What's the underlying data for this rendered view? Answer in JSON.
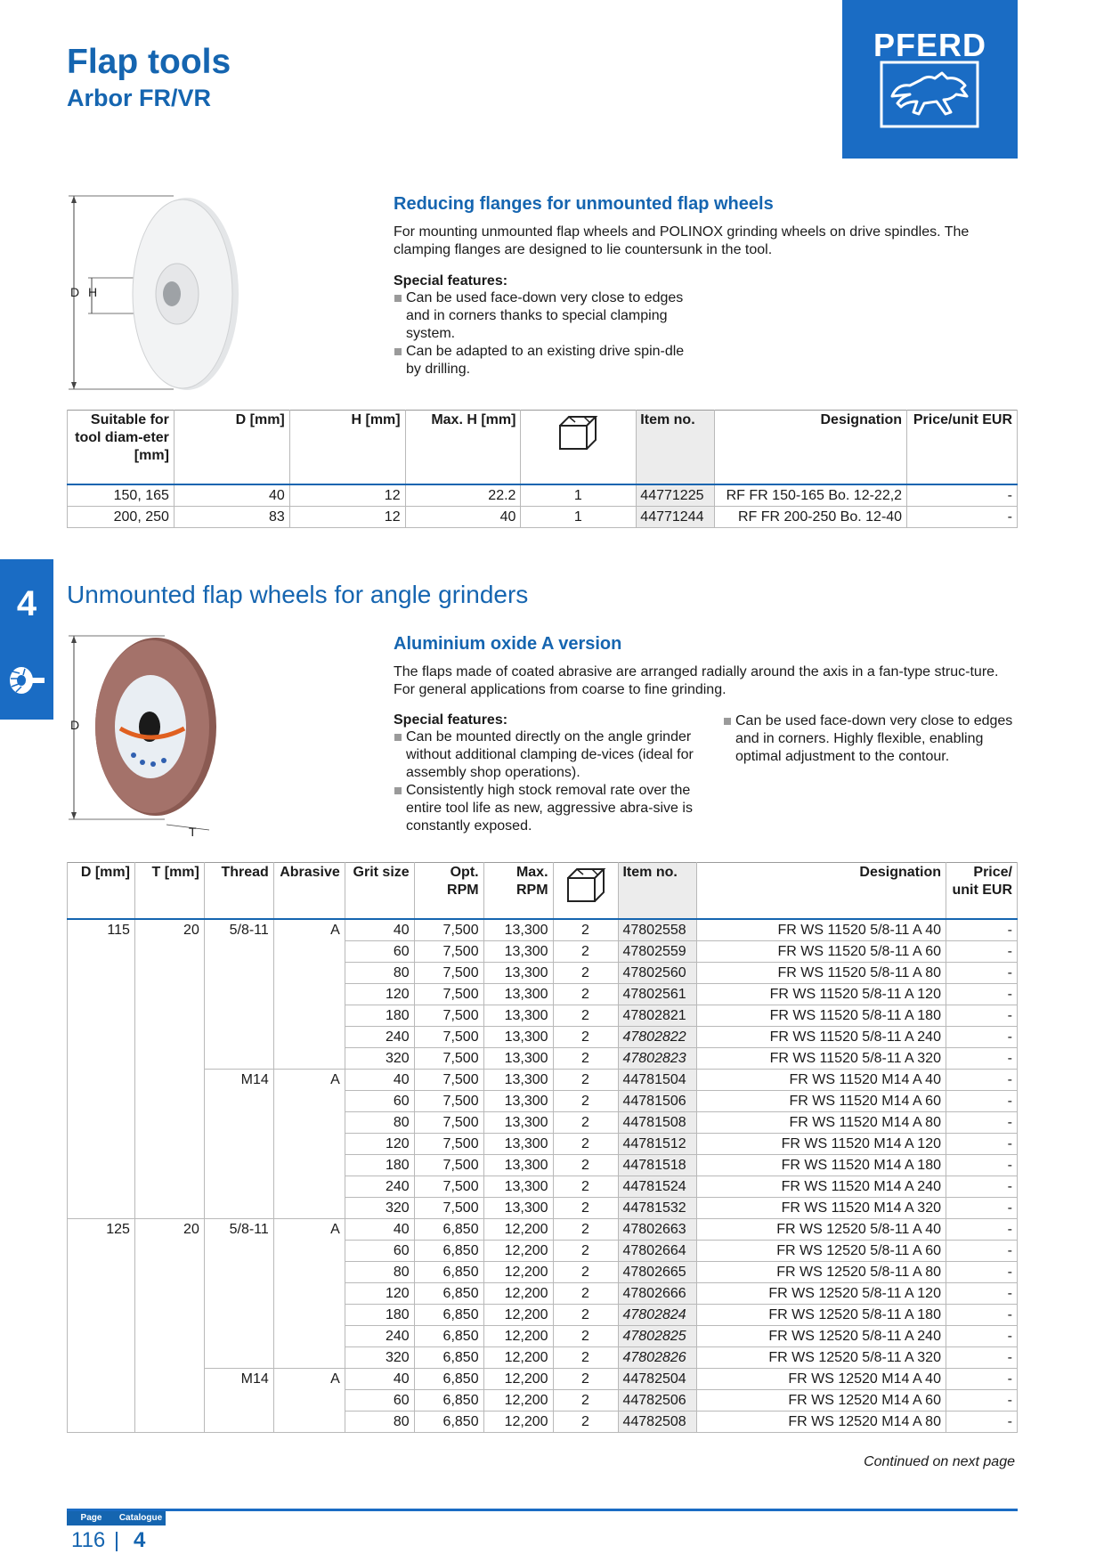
{
  "header": {
    "title": "Flap tools",
    "subtitle": "Arbor FR/VR",
    "brand": "PFERD"
  },
  "side_tab": {
    "number": "4"
  },
  "section1": {
    "heading": "Reducing flanges for unmounted flap wheels",
    "intro": "For mounting unmounted flap wheels and POLINOX grinding wheels on drive spindles. The clamping flanges are designed to lie countersunk in the tool.",
    "features_heading": "Special features:",
    "features": [
      "Can be used face-down very close to edges and in corners thanks to special clamping system.",
      "Can be adapted to an existing drive spin-dle by drilling."
    ],
    "image_labels": {
      "d": "D",
      "h": "H"
    },
    "table": {
      "headers": [
        "Suitable for tool diam-eter [mm]",
        "D [mm]",
        "H [mm]",
        "Max. H [mm]",
        "",
        "Item no.",
        "Designation",
        "Price/unit EUR"
      ],
      "rows": [
        [
          "150, 165",
          "40",
          "12",
          "22.2",
          "1",
          "44771225",
          "RF FR 150-165 Bo. 12-22,2",
          "-"
        ],
        [
          "200, 250",
          "83",
          "12",
          "40",
          "1",
          "44771244",
          "RF FR 200-250 Bo. 12-40",
          "-"
        ]
      ]
    }
  },
  "section2": {
    "title": "Unmounted flap wheels for angle grinders",
    "heading": "Aluminium oxide A version",
    "intro": "The flaps made of coated abrasive are arranged radially around the axis in a fan-type struc-ture. For general applications from coarse to fine grinding.",
    "features_heading": "Special features:",
    "features_left": [
      "Can be mounted directly on the angle grinder without additional clamping de-vices (ideal for assembly shop operations).",
      "Consistently high stock removal rate over the entire tool life as new, aggressive abra-sive is constantly exposed."
    ],
    "features_right": [
      "Can be used face-down very close to edges and in corners. Highly flexible, enabling optimal adjustment to the contour."
    ],
    "image_labels": {
      "d": "D",
      "t": "T"
    },
    "table": {
      "headers": [
        "D [mm]",
        "T [mm]",
        "Thread",
        "Abrasive",
        "Grit size",
        "Opt. RPM",
        "Max. RPM",
        "",
        "Item no.",
        "Designation",
        "Price/ unit EUR"
      ],
      "rows": [
        [
          "115",
          "20",
          "5/8-11",
          "A",
          "40",
          "7,500",
          "13,300",
          "2",
          "47802558",
          "FR WS 11520 5/8-11 A 40",
          "-"
        ],
        [
          "",
          "",
          "",
          "",
          "60",
          "7,500",
          "13,300",
          "2",
          "47802559",
          "FR WS 11520 5/8-11 A 60",
          "-"
        ],
        [
          "",
          "",
          "",
          "",
          "80",
          "7,500",
          "13,300",
          "2",
          "47802560",
          "FR WS 11520 5/8-11 A 80",
          "-"
        ],
        [
          "",
          "",
          "",
          "",
          "120",
          "7,500",
          "13,300",
          "2",
          "47802561",
          "FR WS 11520 5/8-11 A 120",
          "-"
        ],
        [
          "",
          "",
          "",
          "",
          "180",
          "7,500",
          "13,300",
          "2",
          "47802821",
          "FR WS 11520 5/8-11 A 180",
          "-"
        ],
        [
          "",
          "",
          "",
          "",
          "240",
          "7,500",
          "13,300",
          "2",
          "47802822",
          "FR WS 11520 5/8-11 A 240",
          "-"
        ],
        [
          "",
          "",
          "",
          "",
          "320",
          "7,500",
          "13,300",
          "2",
          "47802823",
          "FR WS 11520 5/8-11 A 320",
          "-"
        ],
        [
          "",
          "",
          "M14",
          "A",
          "40",
          "7,500",
          "13,300",
          "2",
          "44781504",
          "FR WS 11520 M14 A 40",
          "-"
        ],
        [
          "",
          "",
          "",
          "",
          "60",
          "7,500",
          "13,300",
          "2",
          "44781506",
          "FR WS 11520 M14 A 60",
          "-"
        ],
        [
          "",
          "",
          "",
          "",
          "80",
          "7,500",
          "13,300",
          "2",
          "44781508",
          "FR WS 11520 M14 A 80",
          "-"
        ],
        [
          "",
          "",
          "",
          "",
          "120",
          "7,500",
          "13,300",
          "2",
          "44781512",
          "FR WS 11520 M14 A 120",
          "-"
        ],
        [
          "",
          "",
          "",
          "",
          "180",
          "7,500",
          "13,300",
          "2",
          "44781518",
          "FR WS 11520 M14 A 180",
          "-"
        ],
        [
          "",
          "",
          "",
          "",
          "240",
          "7,500",
          "13,300",
          "2",
          "44781524",
          "FR WS 11520 M14 A 240",
          "-"
        ],
        [
          "",
          "",
          "",
          "",
          "320",
          "7,500",
          "13,300",
          "2",
          "44781532",
          "FR WS 11520 M14 A 320",
          "-"
        ],
        [
          "125",
          "20",
          "5/8-11",
          "A",
          "40",
          "6,850",
          "12,200",
          "2",
          "47802663",
          "FR WS 12520 5/8-11 A 40",
          "-"
        ],
        [
          "",
          "",
          "",
          "",
          "60",
          "6,850",
          "12,200",
          "2",
          "47802664",
          "FR WS 12520 5/8-11 A 60",
          "-"
        ],
        [
          "",
          "",
          "",
          "",
          "80",
          "6,850",
          "12,200",
          "2",
          "47802665",
          "FR WS 12520 5/8-11 A 80",
          "-"
        ],
        [
          "",
          "",
          "",
          "",
          "120",
          "6,850",
          "12,200",
          "2",
          "47802666",
          "FR WS 12520 5/8-11 A 120",
          "-"
        ],
        [
          "",
          "",
          "",
          "",
          "180",
          "6,850",
          "12,200",
          "2",
          "47802824",
          "FR WS 12520 5/8-11 A 180",
          "-"
        ],
        [
          "",
          "",
          "",
          "",
          "240",
          "6,850",
          "12,200",
          "2",
          "47802825",
          "FR WS 12520 5/8-11 A 240",
          "-"
        ],
        [
          "",
          "",
          "",
          "",
          "320",
          "6,850",
          "12,200",
          "2",
          "47802826",
          "FR WS 12520 5/8-11 A 320",
          "-"
        ],
        [
          "",
          "",
          "M14",
          "A",
          "40",
          "6,850",
          "12,200",
          "2",
          "44782504",
          "FR WS 12520 M14 A 40",
          "-"
        ],
        [
          "",
          "",
          "",
          "",
          "60",
          "6,850",
          "12,200",
          "2",
          "44782506",
          "FR WS 12520 M14 A 60",
          "-"
        ],
        [
          "",
          "",
          "",
          "",
          "80",
          "6,850",
          "12,200",
          "2",
          "44782508",
          "FR WS 12520 M14 A 80",
          "-"
        ]
      ],
      "italic_item_rows": [
        5,
        6,
        18,
        19,
        20
      ]
    },
    "continued": "Continued on next page"
  },
  "footer": {
    "page_label": "Page",
    "catalogue_label": "Catalogue",
    "page": "116",
    "catalogue": "4"
  },
  "colors": {
    "brand_blue": "#1a6cc4",
    "heading_blue": "#1565b0"
  }
}
